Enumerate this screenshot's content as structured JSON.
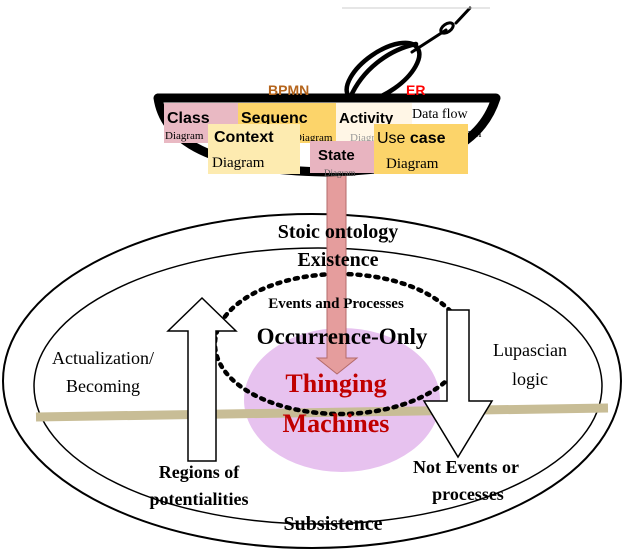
{
  "bowl": {
    "top_labels": {
      "bpmn": "BPMN",
      "er": "ER"
    },
    "cards": {
      "class": {
        "title": "Class",
        "sub": "Diagram"
      },
      "sequence": {
        "title": "Sequenc",
        "sub": "Diagram"
      },
      "activity": {
        "title": "Activity",
        "sub": "Diagram"
      },
      "data_flow": {
        "title": "Data flow",
        "sub": "Diagram"
      },
      "context": {
        "title": "Context",
        "sub": "Diagram"
      },
      "state": {
        "title": "State",
        "sub": "Diagram"
      },
      "use_case": {
        "title_a": "Use ",
        "title_b": "case",
        "sub": "Diagram"
      }
    }
  },
  "diagram": {
    "title_line1": "Stoic ontology",
    "title_line2": "Existence",
    "events_label": "Events and Processes",
    "occurrence_label": "Occurrence-Only",
    "center_line1": "Thinging",
    "center_line2": "Machines",
    "left_label_line1": "Actualization/",
    "left_label_line2": "Becoming",
    "right_label_line1": "Lupascian",
    "right_label_line2": "logic",
    "regions_line1": "Regions of",
    "regions_line2": "potentialities",
    "not_events_line1": "Not Events or",
    "not_events_line2": "processes",
    "subsistence": "Subsistence"
  },
  "colors": {
    "bowl": "#000000",
    "bpmn": "#b5651d",
    "er": "#ff0000",
    "class_card": "#e9b9c3",
    "sequence_card": "#fcd46a",
    "context_card": "#fdebb0",
    "state_card": "#e8b4c0",
    "use_case_card": "#fcd46a",
    "funnel_arrow": "#e59d9d",
    "center_blob": "#e7c2ef",
    "center_text": "#c00000",
    "ground_line": "#c8bd96"
  }
}
